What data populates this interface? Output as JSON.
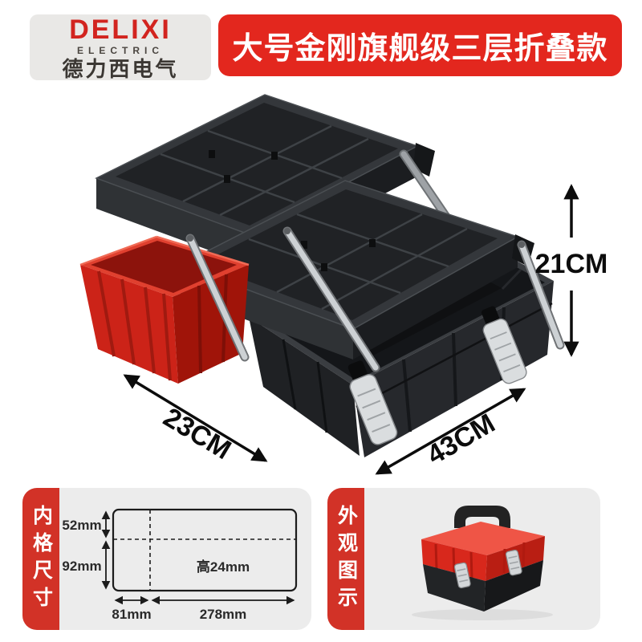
{
  "header": {
    "logo": {
      "brand": "DELIXI",
      "subtitle": "ELECTRIC",
      "chinese": "德力西电气"
    },
    "banner": {
      "text": "大号金刚旗舰级三层折叠款"
    }
  },
  "figure": {
    "dim_height": "21CM",
    "dim_depth": "23CM",
    "dim_width": "43CM"
  },
  "inner_size_panel": {
    "label": "内格尺寸",
    "top_row_height": "52mm",
    "bottom_row_height": "92mm",
    "left_col_width": "81mm",
    "right_col_width": "278mm",
    "compartment_height": "高24mm"
  },
  "appearance_panel": {
    "label": "外观图示"
  },
  "colors": {
    "banner_red": "#e3271e",
    "brand_red": "#d2241f",
    "band_red": "#d23227",
    "panel_gray": "#ececec",
    "toolbox_red": "#d8281c",
    "toolbox_black": "#202225",
    "metal_silver": "#c9cdd1",
    "ink": "#111111"
  }
}
